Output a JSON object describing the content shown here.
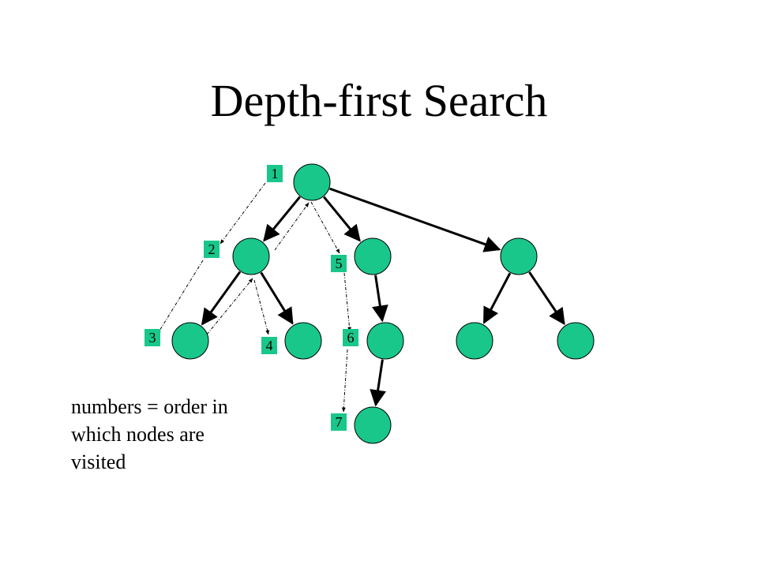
{
  "title": "Depth-first Search",
  "caption_lines": [
    "numbers = order in",
    "which nodes are",
    "visited"
  ],
  "colors": {
    "node_fill": "#19C78A",
    "node_stroke": "#000000",
    "order_box_fill": "#19C78A",
    "edge": "#000000",
    "traversal": "#000000"
  },
  "tree": {
    "nodes": [
      "root",
      "a",
      "b",
      "c",
      "a1",
      "a2",
      "b1",
      "b1x",
      "c1",
      "c2"
    ],
    "edges": [
      [
        "root",
        "a"
      ],
      [
        "root",
        "b"
      ],
      [
        "root",
        "c"
      ],
      [
        "a",
        "a1"
      ],
      [
        "a",
        "a2"
      ],
      [
        "b",
        "b1"
      ],
      [
        "b1",
        "b1x"
      ],
      [
        "c",
        "c1"
      ],
      [
        "c",
        "c2"
      ]
    ]
  },
  "visit_order": [
    {
      "label": "1",
      "node": "root"
    },
    {
      "label": "2",
      "node": "a"
    },
    {
      "label": "3",
      "node": "a1"
    },
    {
      "label": "4",
      "node": "a2"
    },
    {
      "label": "5",
      "node": "b"
    },
    {
      "label": "6",
      "node": "b1"
    },
    {
      "label": "7",
      "node": "b1x"
    }
  ]
}
